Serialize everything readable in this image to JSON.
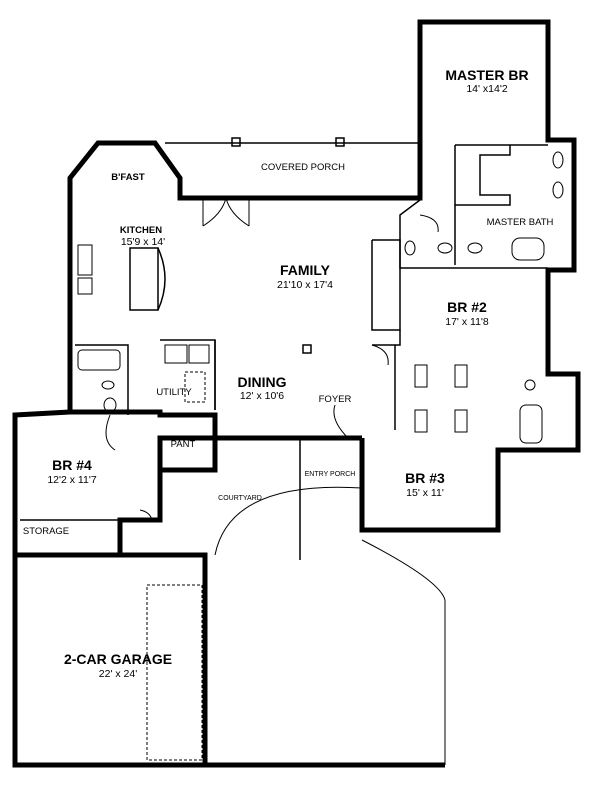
{
  "plan": {
    "rooms": [
      {
        "id": "master-br",
        "name": "MASTER BR",
        "dims": "14' x14'2"
      },
      {
        "id": "covered-porch",
        "name": "COVERED PORCH"
      },
      {
        "id": "bfast",
        "name": "B'FAST"
      },
      {
        "id": "kitchen",
        "name": "KITCHEN",
        "dims": "15'9 x 14'"
      },
      {
        "id": "family",
        "name": "FAMILY",
        "dims": "21'10 x 17'4"
      },
      {
        "id": "master-bath",
        "name": "MASTER BATH"
      },
      {
        "id": "br2",
        "name": "BR #2",
        "dims": "17' x 11'8"
      },
      {
        "id": "utility",
        "name": "UTILITY"
      },
      {
        "id": "dining",
        "name": "DINING",
        "dims": "12' x 10'6"
      },
      {
        "id": "foyer",
        "name": "FOYER"
      },
      {
        "id": "pantry",
        "name": "PANT"
      },
      {
        "id": "br4",
        "name": "BR #4",
        "dims": "12'2 x 11'7"
      },
      {
        "id": "storage",
        "name": "STORAGE"
      },
      {
        "id": "courtyard",
        "name": "COURTYARD"
      },
      {
        "id": "entry-porch",
        "name": "ENTRY PORCH"
      },
      {
        "id": "br3",
        "name": "BR #3",
        "dims": "15' x 11'"
      },
      {
        "id": "garage",
        "name": "2-CAR GARAGE",
        "dims": "22' x 24'"
      }
    ]
  }
}
